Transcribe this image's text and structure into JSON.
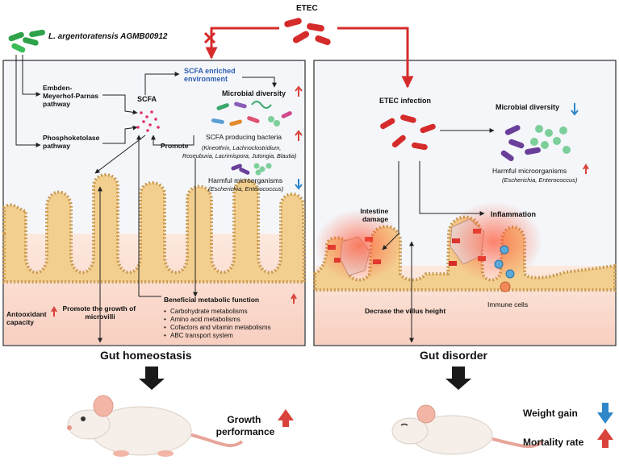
{
  "top": {
    "species": "L. argentoratensis AGMB00912",
    "pathogen": "ETEC"
  },
  "left_panel": {
    "pathway_1": [
      "Embden-",
      "Meyerhof-Parnas",
      "pathway"
    ],
    "pathway_2": [
      "Phosphoketolase",
      "pathway"
    ],
    "scfa": "SCFA",
    "enriched": [
      "SCFA enriched",
      "environment"
    ],
    "microbial_diversity": "Microbial diversity",
    "promote": "Promote",
    "scfa_bacteria": "SCFA producing bacteria",
    "scfa_bacteria_genera": [
      "(Kineothrix, Lachnoclostridium,",
      "Roseuburia, Lacrimispora, Jutongia, Blautia)"
    ],
    "harmful": "Harmful microorganisms",
    "harmful_genera": "(Escherichia, Enterococcus)",
    "antioxidant": [
      "Antooxidant",
      "capacity"
    ],
    "microvilli": [
      "Promote the growth of",
      "microvilli"
    ],
    "metabolic_title": "Beneficial metabolic function",
    "metabolic_items": [
      "Carbohydrate metabolisms",
      "Amino acid metabolisms",
      "Cofactors and vitamin metabolisms",
      "ABC transport system"
    ],
    "outcome": "Gut homeostasis",
    "result": [
      "Growth",
      "performance"
    ]
  },
  "right_panel": {
    "infection": "ETEC infection",
    "microbial_diversity": "Microbial diversity",
    "harmful": "Harmful microorganisms",
    "harmful_genera": "(Escherichia, Enterococcus)",
    "intestine_damage": [
      "Intestine",
      "damage"
    ],
    "inflammation": "Inflammation",
    "immune_cells": "Immune cells",
    "villus": "Decrase the villus height",
    "outcome": "Gut disorder",
    "result_1": "Weight gain",
    "result_2": "Mortality rate"
  },
  "colors": {
    "up_arrow": "#d9433b",
    "down_arrow": "#2f86c8",
    "etec_red": "#d62b2b",
    "lacto_green": "#2fa24a",
    "enriched_blue": "#2f5fb0",
    "villus_fill": "#f3cf8f",
    "mucosa_pink": "#fbe0d6"
  }
}
